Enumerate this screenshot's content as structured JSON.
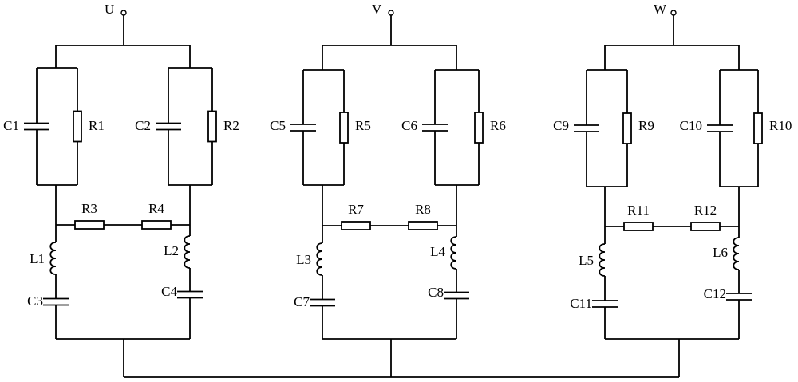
{
  "phases": [
    {
      "terminal": "U",
      "cap_left": "C1",
      "res_left": "R1",
      "cap_right": "C2",
      "res_right": "R2",
      "bridge_res_left": "R3",
      "bridge_res_right": "R4",
      "ind_left": "L1",
      "ind_right": "L2",
      "cap_bottom_left": "C3",
      "cap_bottom_right": "C4"
    },
    {
      "terminal": "V",
      "cap_left": "C5",
      "res_left": "R5",
      "cap_right": "C6",
      "res_right": "R6",
      "bridge_res_left": "R7",
      "bridge_res_right": "R8",
      "ind_left": "L3",
      "ind_right": "L4",
      "cap_bottom_left": "C7",
      "cap_bottom_right": "C8"
    },
    {
      "terminal": "W",
      "cap_left": "C9",
      "res_left": "R9",
      "cap_right": "C10",
      "res_right": "R10",
      "bridge_res_left": "R11",
      "bridge_res_right": "R12",
      "ind_left": "L5",
      "ind_right": "L6",
      "cap_bottom_left": "C11",
      "cap_bottom_right": "C12"
    }
  ]
}
